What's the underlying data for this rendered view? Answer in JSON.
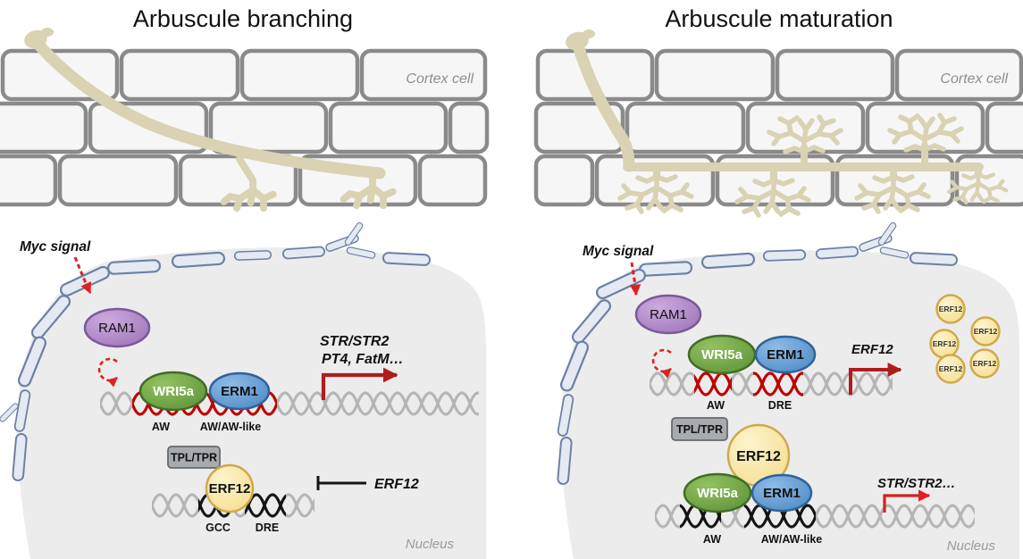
{
  "colors": {
    "hypha_tan": "#d9d2b3",
    "brick_border": "#8a8a8a",
    "nucleus_gray": "#ececec",
    "membrane_blue": "#6c80a4",
    "ram1_purple": "#9b72b8",
    "wri5a_green": "#6aa344",
    "erm1_blue": "#5a97cf",
    "erf12_yellow": "#fbe9a9",
    "tpl_gray": "#a7aaae",
    "activation_red": "#b01c1c",
    "signal_red": "#e02020",
    "dna_gray": "#b5b5b5",
    "dna_site_red": "#c00000",
    "dna_site_black": "#141414"
  },
  "panels": [
    {
      "title": "Arbuscule branching",
      "cortex_label": "Cortex cell",
      "myc_signal_label": "Myc signal",
      "nucleus_label": "Nucleus",
      "molecules": {
        "ram1": "RAM1",
        "wri5a": "WRI5a",
        "erm1": "ERM1",
        "tpl_tpr": "TPL/TPR",
        "erf12": "ERF12"
      },
      "top_dna": {
        "site_1": "AW",
        "site_2": "AW/AW-like"
      },
      "activated_genes": {
        "line_1": "STR/STR2",
        "line_2": "PT4, FatM…"
      },
      "bottom_dna": {
        "site_1": "GCC",
        "site_2": "DRE"
      },
      "repressed_gene": "ERF12"
    },
    {
      "title": "Arbuscule maturation",
      "cortex_label": "Cortex cell",
      "myc_signal_label": "Myc signal",
      "nucleus_label": "Nucleus",
      "molecules": {
        "ram1": "RAM1",
        "wri5a": "WRI5a",
        "erm1": "ERM1",
        "tpl_tpr": "TPL/TPR",
        "erf12": "ERF12"
      },
      "top_dna": {
        "site_1": "AW",
        "site_2": "DRE"
      },
      "activated_gene_top": "ERF12",
      "erf12_protein": "ERF12",
      "bottom_dna": {
        "site_1": "AW",
        "site_2": "AW/AW-like"
      },
      "activated_genes_bottom": "STR/STR2…"
    }
  ]
}
